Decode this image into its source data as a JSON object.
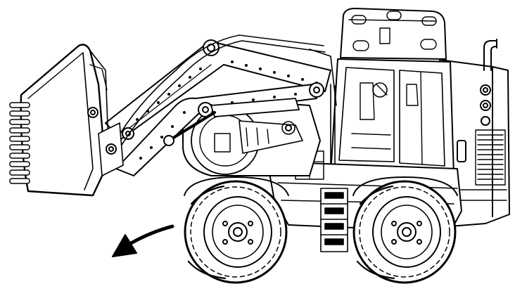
{
  "diagram": {
    "subject": "wheel-loader-line-drawing",
    "parts": [
      "bucket",
      "loader-arm",
      "hydraulic-cylinder",
      "cab",
      "engine-compartment",
      "exhaust-stack",
      "front-wheel",
      "rear-wheel",
      "access-steps"
    ],
    "annotation": "curved-direction-arrow"
  },
  "colors": {
    "background": "#ffffff",
    "line": "#000000",
    "fill": "#ffffff"
  }
}
